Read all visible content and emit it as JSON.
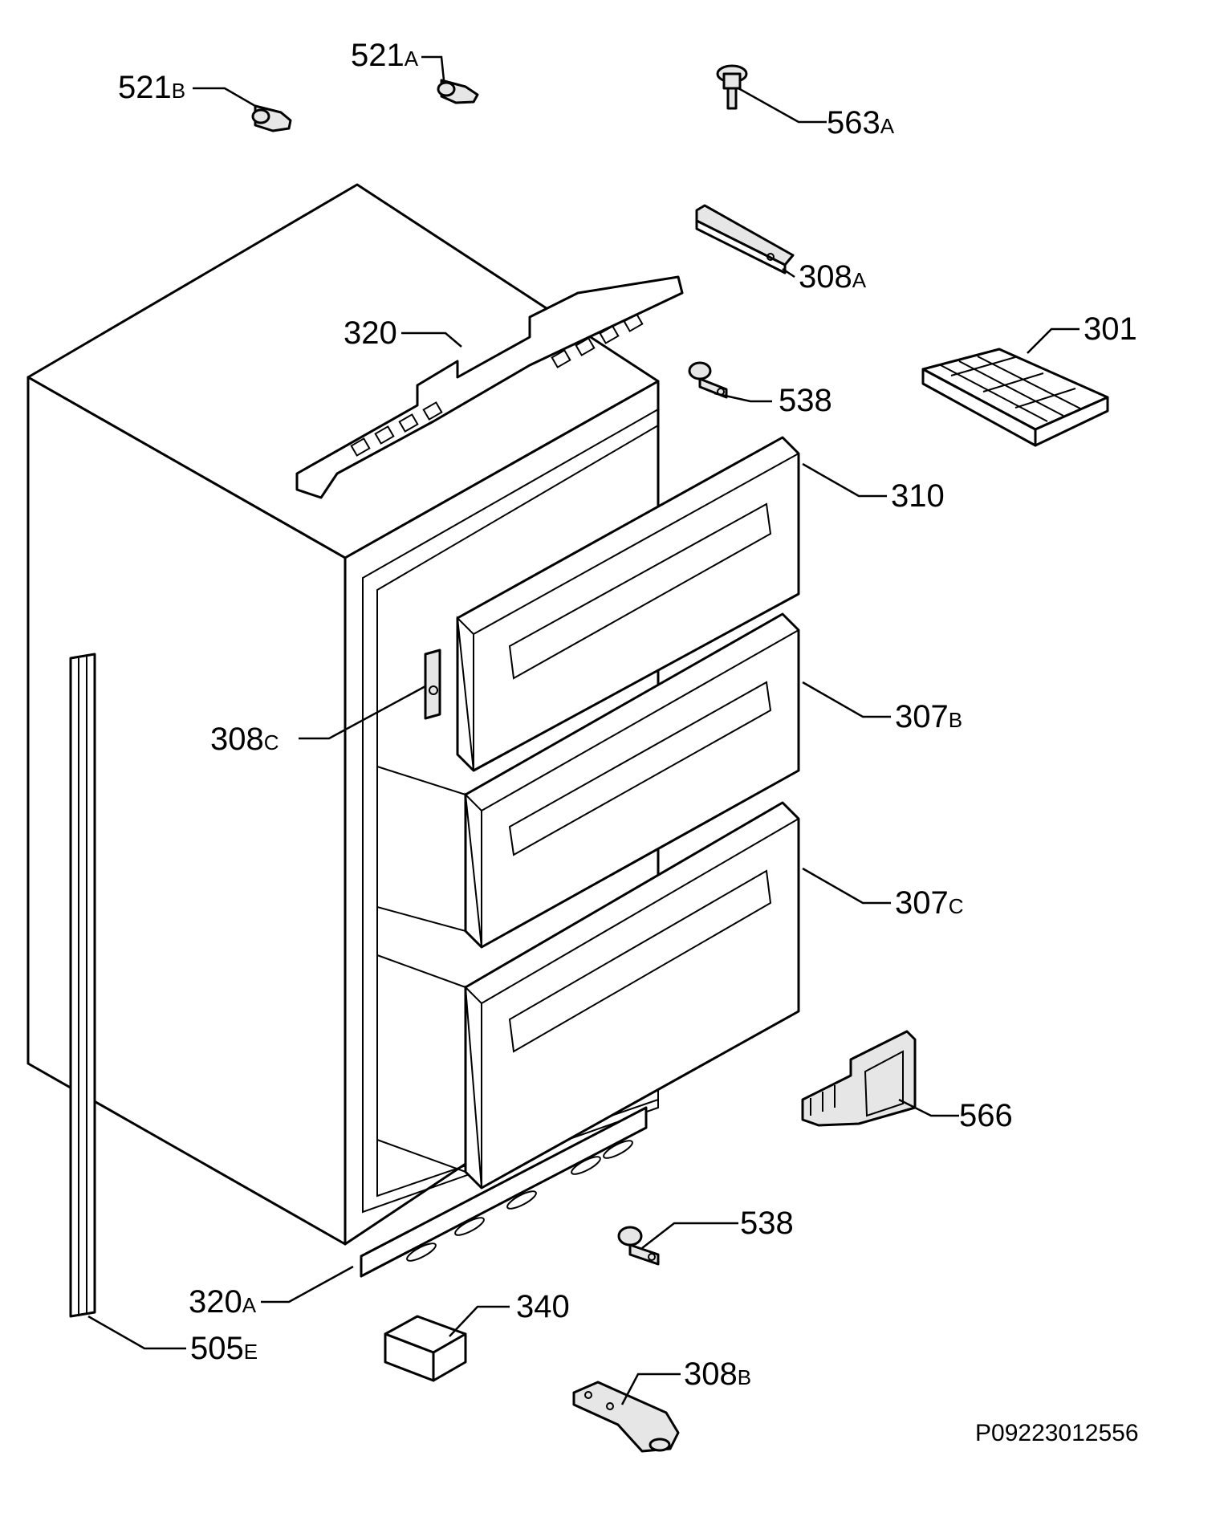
{
  "drawing_id": "P09223012556",
  "labels": {
    "l521b": {
      "num": "521",
      "suffix": "B"
    },
    "l521a": {
      "num": "521",
      "suffix": "A"
    },
    "l563a": {
      "num": "563",
      "suffix": "A"
    },
    "l308a": {
      "num": "308",
      "suffix": "A"
    },
    "l320": {
      "num": "320",
      "suffix": ""
    },
    "l301": {
      "num": "301",
      "suffix": ""
    },
    "l538_top": {
      "num": "538",
      "suffix": ""
    },
    "l310": {
      "num": "310",
      "suffix": ""
    },
    "l308c": {
      "num": "308",
      "suffix": "C"
    },
    "l307b": {
      "num": "307",
      "suffix": "B"
    },
    "l307c": {
      "num": "307",
      "suffix": "C"
    },
    "l566": {
      "num": "566",
      "suffix": ""
    },
    "l538_bottom": {
      "num": "538",
      "suffix": ""
    },
    "l320a": {
      "num": "320",
      "suffix": "A"
    },
    "l340": {
      "num": "340",
      "suffix": ""
    },
    "l505e": {
      "num": "505",
      "suffix": "E"
    },
    "l308b": {
      "num": "308",
      "suffix": "B"
    }
  }
}
